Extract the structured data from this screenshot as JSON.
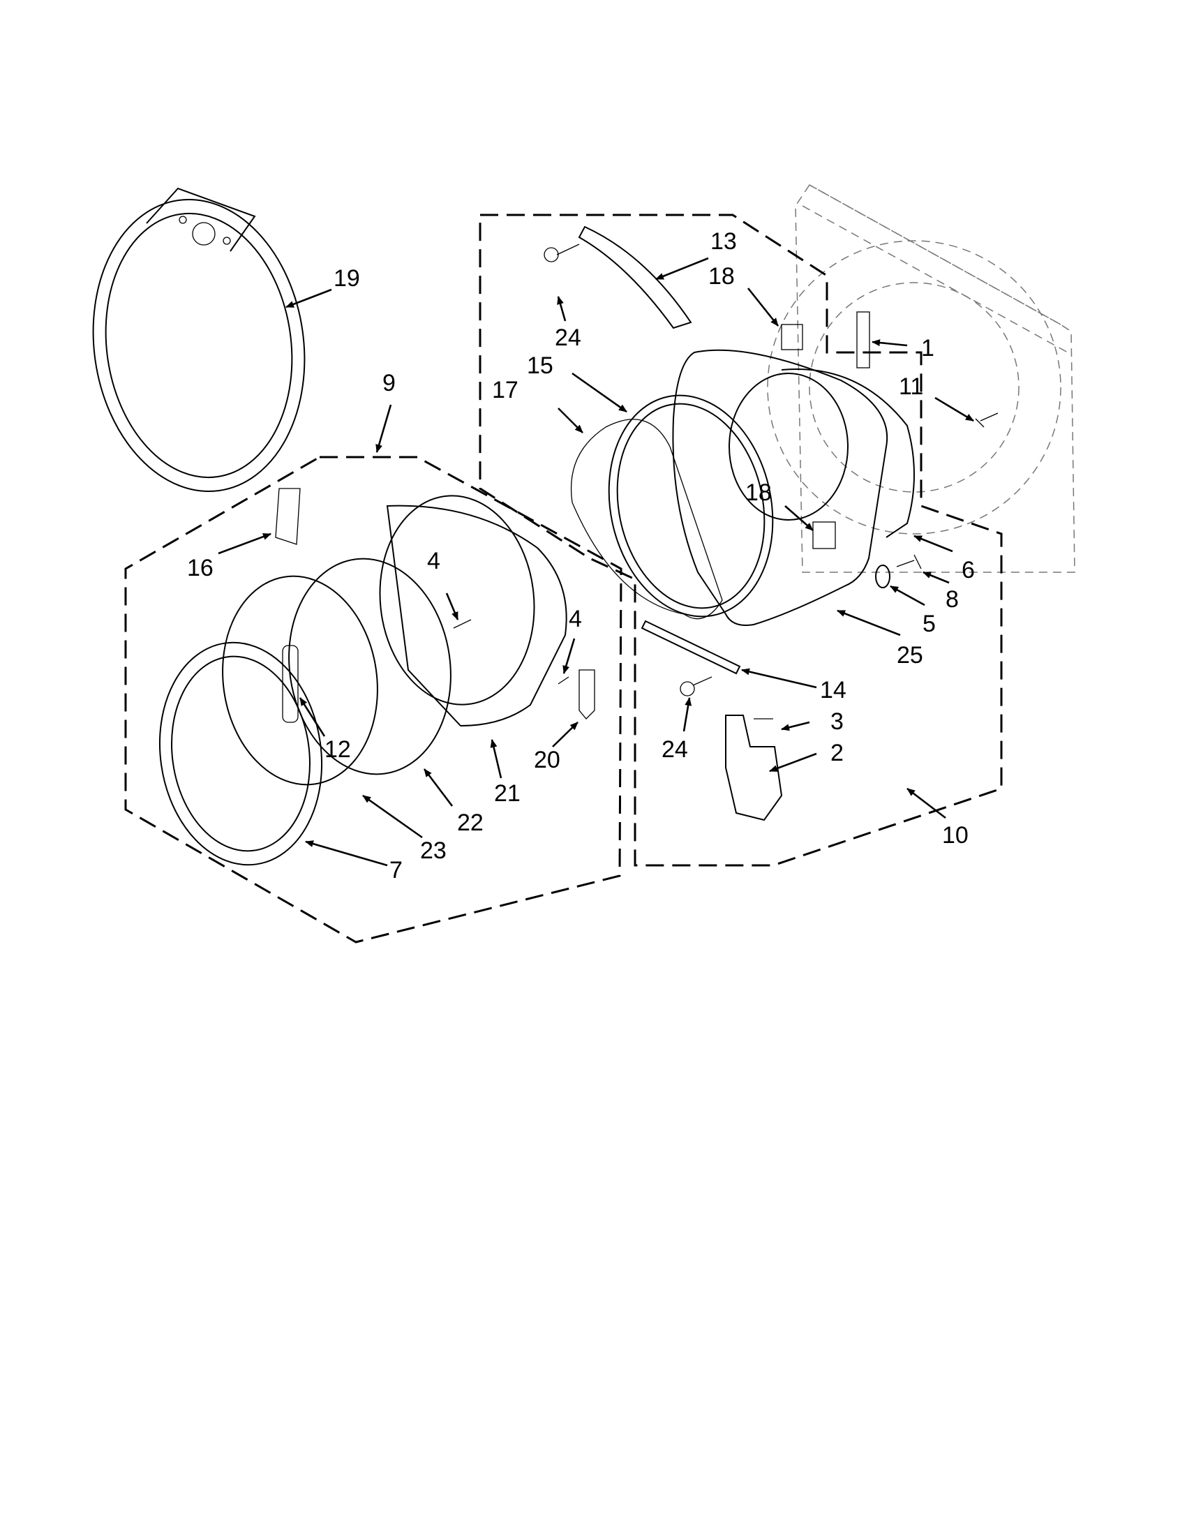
{
  "diagram": {
    "callouts": [
      "1",
      "2",
      "3",
      "4",
      "4",
      "5",
      "6",
      "7",
      "8",
      "9",
      "10",
      "11",
      "12",
      "13",
      "14",
      "15",
      "16",
      "17",
      "18",
      "18",
      "19",
      "20",
      "21",
      "22",
      "23",
      "24",
      "24",
      "25"
    ],
    "colors": {
      "ink": "#000000",
      "ghost": "#777777",
      "background": "#ffffff"
    }
  }
}
